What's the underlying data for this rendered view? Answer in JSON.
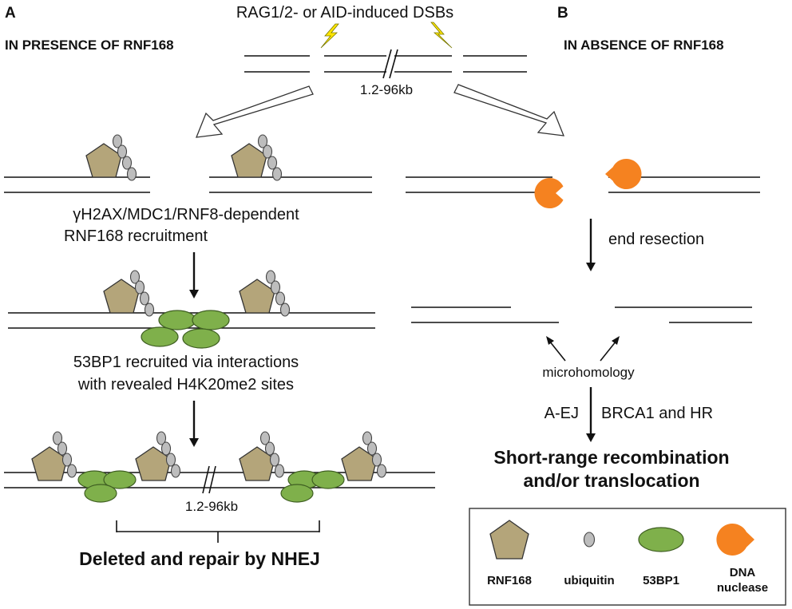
{
  "top": {
    "dsb_label": "RAG1/2- or AID-induced DSBs",
    "distance_label": "1.2-96kb"
  },
  "panel_a": {
    "letter": "A",
    "heading": "IN PRESENCE OF RNF168",
    "recruitment_line1": "γH2AX/MDC1/RNF8-dependent",
    "recruitment_line2": "RNF168 recruitment",
    "bp_line1": "53BP1 recruited via interactions",
    "bp_line2": "with revealed H4K20me2 sites",
    "distance_label": "1.2-96kb",
    "outcome": "Deleted and repair by NHEJ"
  },
  "panel_b": {
    "letter": "B",
    "heading": "IN ABSENCE OF RNF168",
    "resection_label": "end resection",
    "microhomology_label": "microhomology",
    "aej_label": "A-EJ",
    "brca_label": "BRCA1 and HR",
    "outcome_line1": "Short-range recombination",
    "outcome_line2": "and/or translocation"
  },
  "legend": {
    "rnf168": "RNF168",
    "ubiquitin": "ubiquitin",
    "bp53": "53BP1",
    "nuclease_line1": "DNA",
    "nuclease_line2": "nuclease"
  },
  "colors": {
    "rnf168": "#b4a57a",
    "ubiquitin": "#bdbdbd",
    "bp53": "#7fb04b",
    "nuclease": "#f58220",
    "lightning": "#ffe600"
  }
}
